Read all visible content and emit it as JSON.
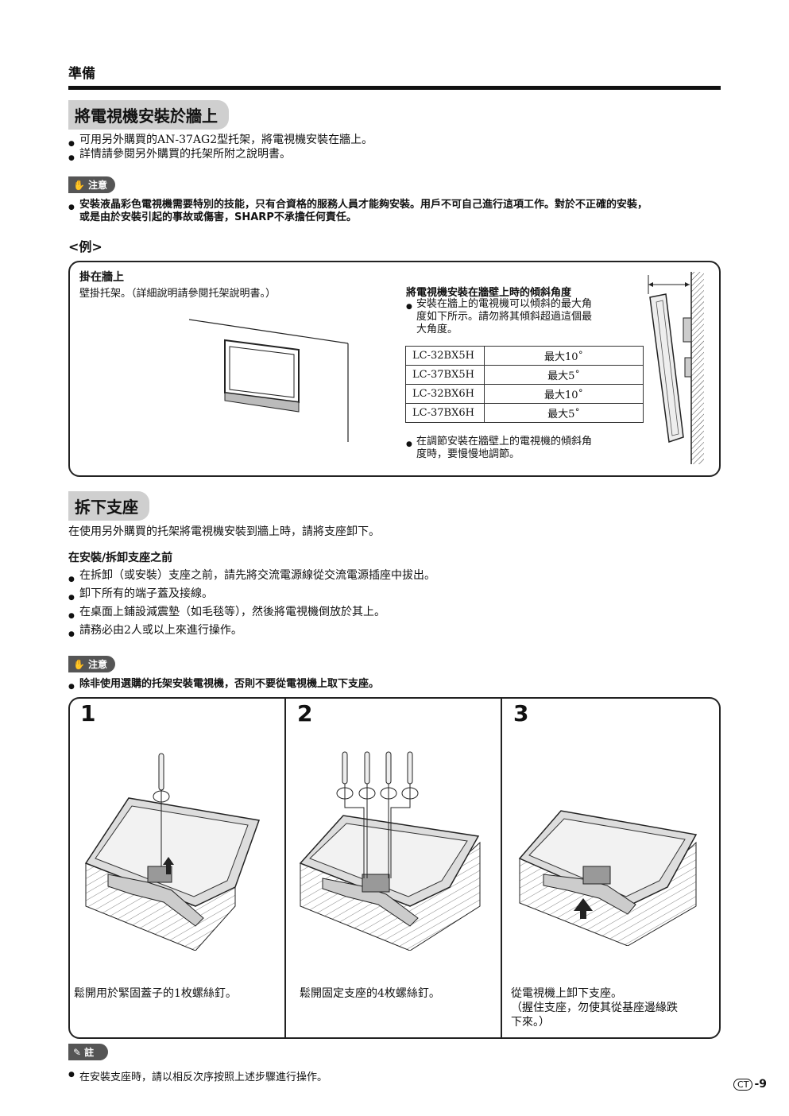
{
  "chapter": "準備",
  "section1": {
    "title": "將電視機安裝於牆上",
    "bullets": [
      "可用另外購買的AN-37AG2型托架，將電視機安裝在牆上。",
      "詳情請參閱另外購買的托架所附之說明書。"
    ],
    "caution_label": "注意",
    "caution_text": [
      "安裝液晶彩色電視機需要特別的技能，只有合資格的服務人員才能夠安裝。用戶不可自己進行這項工作。對於不正確的安裝，",
      "或是由於安裝引起的事故或傷害，SHARP不承擔任何責任。"
    ],
    "example_label": "<例>",
    "box": {
      "heading": "掛在牆上",
      "subtext": "壁掛托架。（詳細說明請參閱托架說明書。）",
      "tilt_heading": "將電視機安裝在牆壁上時的傾斜角度",
      "tilt_note": [
        "安裝在牆上的電視機可以傾斜的最大角",
        "度如下所示。請勿將其傾斜超過這個最",
        "大角度。"
      ],
      "table": [
        {
          "model": "LC-32BX5H",
          "angle": "最大10˚"
        },
        {
          "model": "LC-37BX5H",
          "angle": "最大5˚"
        },
        {
          "model": "LC-32BX6H",
          "angle": "最大10˚"
        },
        {
          "model": "LC-37BX6H",
          "angle": "最大5˚"
        }
      ],
      "adjust_note": [
        "在調節安裝在牆壁上的電視機的傾斜角",
        "度時，要慢慢地調節。"
      ]
    }
  },
  "section2": {
    "title": "拆下支座",
    "intro": "在使用另外購買的托架將電視機安裝到牆上時，請將支座卸下。",
    "before_heading": "在安裝/拆卸支座之前",
    "bullets": [
      "在拆卸（或安裝）支座之前，請先將交流電源線從交流電源插座中拔出。",
      "卸下所有的端子蓋及接線。",
      "在桌面上鋪設減震墊（如毛毯等），然後將電視機倒放於其上。",
      "請務必由2人或以上來進行操作。"
    ],
    "caution_label": "注意",
    "caution_text": "除非使用選購的托架安裝電視機，否則不要從電視機上取下支座。",
    "steps": [
      {
        "num": "1",
        "caption": [
          "鬆開用於緊固蓋子的1枚螺絲釘。"
        ]
      },
      {
        "num": "2",
        "caption": [
          "鬆開固定支座的4枚螺絲釘。"
        ]
      },
      {
        "num": "3",
        "caption": [
          "從電視機上卸下支座。",
          "（握住支座，勿使其從基座邊緣跌",
          "下來。）"
        ]
      }
    ],
    "note_label": "註",
    "note_text": "在安裝支座時，請以相反次序按照上述步驟進行操作。"
  },
  "footer": {
    "lang": "CT",
    "page": "-9"
  }
}
